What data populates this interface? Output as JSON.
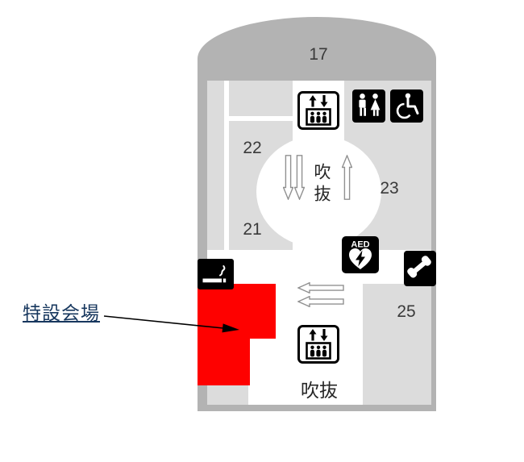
{
  "map": {
    "floor_number": "17",
    "rooms": [
      {
        "label": "22"
      },
      {
        "label": "23"
      },
      {
        "label": "21"
      },
      {
        "label": "25"
      }
    ],
    "atrium": {
      "label_vertical": "吹抜",
      "label_bottom": "吹抜"
    },
    "annotation": {
      "label": "特設会場"
    },
    "icons": {
      "elevator": "elevator",
      "restroom": "restroom",
      "wheelchair": "wheelchair-accessible",
      "aed": {
        "label": "AED"
      },
      "phone": "public-telephone",
      "smoking": "smoking-area",
      "escalator": "escalator-direction-arrows"
    },
    "colors": {
      "building": "#b3b3b3",
      "floor": "#dcdcdc",
      "corridor": "#ffffff",
      "highlight": "#fe0100",
      "icon_background": "#000000",
      "link_text": "#17375e",
      "label_text": "#3a3a3a",
      "arrow_outline": "#909090"
    }
  }
}
